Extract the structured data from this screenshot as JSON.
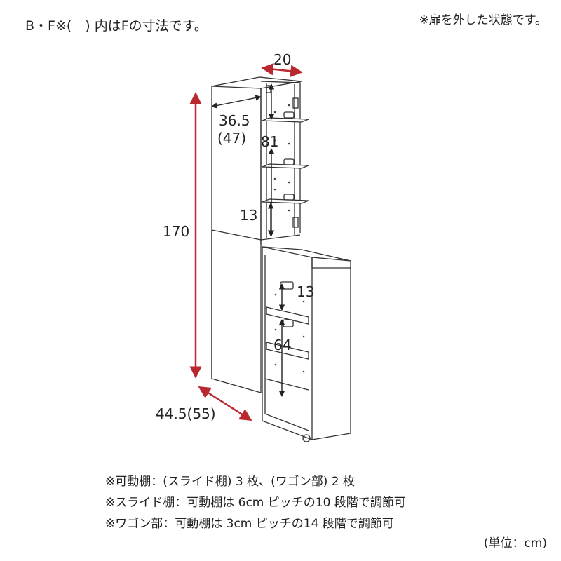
{
  "header": {
    "title_left": "B・F※(　) 内はFの寸法です。",
    "note_right": "※扉を外した状態です。"
  },
  "dimensions": {
    "top_width": "20",
    "upper_depth": "36.5",
    "upper_depth_f": "(47)",
    "upper_shelf_span": "81",
    "upper_bottom_gap": "13",
    "total_height": "170",
    "wagon_top_gap": "13",
    "wagon_span": "64",
    "base_depth": "44.5(55)"
  },
  "notes": [
    "※可動棚：(スライド棚) 3 枚、(ワゴン部) 2 枚",
    "※スライド棚：可動棚は 6cm ピッチの10 段階で調節可",
    "※ワゴン部：可動棚は 3cm ピッチの14 段階で調節可"
  ],
  "unit_label": "(単位：cm)",
  "colors": {
    "dimension_arrow": "#b8282e",
    "line": "#333333"
  }
}
